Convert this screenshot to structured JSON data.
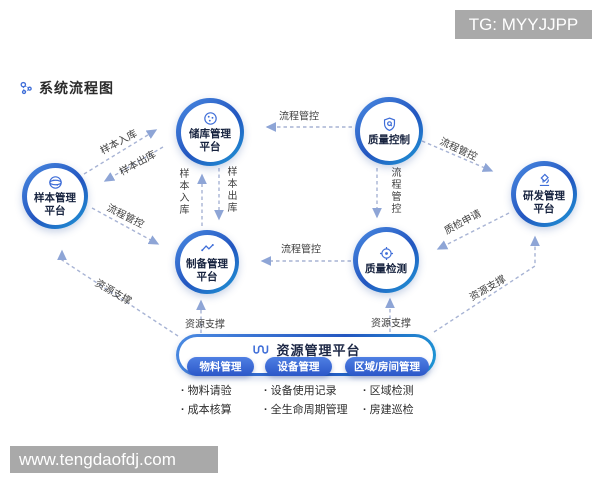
{
  "page": {
    "title": "系统流程图",
    "tg_badge": "TG: MYYJJPP",
    "site_watermark": "www.tengdaofdj.com"
  },
  "nodes": {
    "sample": {
      "label": "样本管理平台",
      "icon": "globe-sample-icon"
    },
    "storage": {
      "label": "储库管理平台",
      "icon": "petri-dish-icon"
    },
    "quality_control": {
      "label": "质量控制",
      "icon": "shield-check-icon"
    },
    "rnd": {
      "label": "研发管理平台",
      "icon": "microscope-icon"
    },
    "preparation": {
      "label": "制备管理平台",
      "icon": "pulse-line-icon"
    },
    "quality_inspection": {
      "label": "质量检测",
      "icon": "target-icon"
    }
  },
  "edges": {
    "sample_to_storage": {
      "label": "样本入库"
    },
    "storage_to_sample": {
      "label": "样本出库"
    },
    "qc_to_storage": {
      "label": "流程管控"
    },
    "qc_to_rnd": {
      "label": "流程管控"
    },
    "qc_to_qi": {
      "label": "流程管控"
    },
    "rnd_to_qi": {
      "label": "质检申请"
    },
    "qi_to_prep": {
      "label": "流程管控"
    },
    "sample_to_prep": {
      "label": "流程管控"
    },
    "prep_to_storage_vert": {
      "label": "样本入库"
    },
    "storage_to_prep_vert": {
      "label": "样本出库"
    },
    "res_to_sample": {
      "label": "资源支撑"
    },
    "res_to_prep": {
      "label": "资源支撑"
    },
    "res_to_qi": {
      "label": "资源支撑"
    },
    "res_to_rnd": {
      "label": "资源支撑"
    }
  },
  "resource": {
    "title": "资源管理平台",
    "icon": "wave-w-icon",
    "groups": [
      {
        "label": "物料管理",
        "items": [
          "物料请验",
          "成本核算"
        ]
      },
      {
        "label": "设备管理",
        "items": [
          "设备使用记录",
          "全生命周期管理"
        ]
      },
      {
        "label": "区域/房间管理",
        "items": [
          "区域检测",
          "房建巡检"
        ]
      }
    ]
  },
  "colors": {
    "ring_blue_dark": "#2356c0",
    "ring_blue_light": "#4b8be2",
    "ring_teal": "#1e9ad6",
    "arrow_dash": "#a7b3d4",
    "arrow_head": "#8ea5d6",
    "node_text": "#17233f",
    "badge_bg": "#a9a9a9",
    "icon_blue": "#3f6ed8"
  }
}
